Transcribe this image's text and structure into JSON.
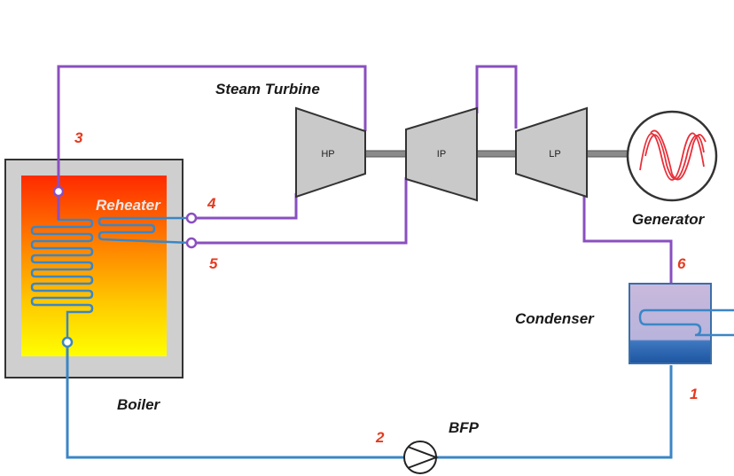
{
  "labels": {
    "steam_turbine": "Steam Turbine",
    "reheater": "Reheater",
    "generator": "Generator",
    "condenser": "Condenser",
    "boiler": "Boiler",
    "bfp": "BFP"
  },
  "stages": {
    "hp": "HP",
    "ip": "IP",
    "lp": "LP"
  },
  "state_points": {
    "p1": "1",
    "p2": "2",
    "p3": "3",
    "p4": "4",
    "p5": "5",
    "p6": "6"
  },
  "colors": {
    "steam_line": "#8a4fbf",
    "water_line": "#3b86c6",
    "state_number": "#e53a1e",
    "turbine_fill": "#c9c9c9",
    "generator_wave": "#e8303a"
  }
}
